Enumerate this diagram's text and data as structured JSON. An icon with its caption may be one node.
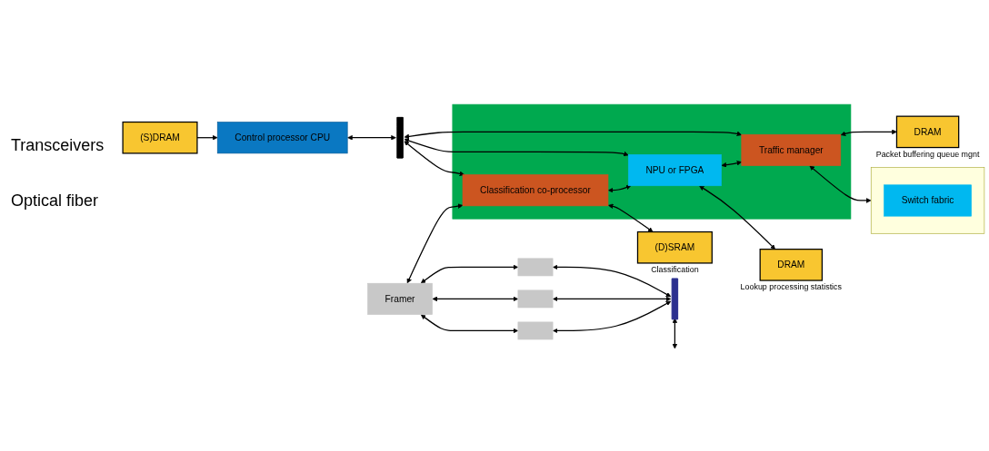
{
  "diagram": {
    "nodes": [
      {
        "text": [
          "Control processor CPU"
        ]
      },
      {
        "text": [
          "(S)DRAM"
        ]
      },
      {
        "text": [],
        "shape": "bar"
      },
      {
        "text": [],
        "shape": "box"
      },
      {
        "text": [
          "Classification co-processor"
        ],
        "in": 3
      },
      {
        "text": [
          "NPU or FPGA"
        ],
        "in": 3
      },
      {
        "text": [
          "Traffic manager"
        ],
        "in": 3
      },
      {
        "text": [],
        "shape": "box"
      },
      {
        "text": [
          "Switch fabric"
        ],
        "in": 7
      },
      {
        "text": [
          "Framer"
        ]
      },
      {
        "text": [],
        "shape": "box"
      },
      {
        "text": [],
        "shape": "box"
      },
      {
        "text": [],
        "shape": "box"
      },
      {
        "text": [],
        "shape": "bar"
      },
      {
        "text": [
          "(D)SRAM"
        ],
        "beside": [
          "Classification"
        ]
      },
      {
        "text": [
          "DRAM"
        ],
        "beside": [
          "Lookup processing statistics"
        ]
      },
      {
        "text": [
          "DRAM"
        ],
        "beside": [
          "Packet buffering queue mgnt"
        ]
      }
    ],
    "edges": [
      {
        "from": 1,
        "to": 0,
        "arrow": "to"
      },
      {
        "from": 0,
        "to": 2,
        "arrow": "both"
      },
      {
        "from": 2,
        "to": 4,
        "arrow": "both"
      },
      {
        "from": 2,
        "to": 5,
        "arrow": "both"
      },
      {
        "from": 2,
        "to": 6,
        "arrow": "both"
      },
      {
        "from": 9,
        "to": 4,
        "arrow": "both"
      },
      {
        "from": 4,
        "to": 5,
        "arrow": "both"
      },
      {
        "from": 5,
        "to": 6,
        "arrow": "both"
      },
      {
        "from": 6,
        "to": 7,
        "arrow": "both"
      },
      {
        "from": 9,
        "to": 10,
        "arrow": "both"
      },
      {
        "from": 9,
        "to": 11,
        "arrow": "both"
      },
      {
        "from": 9,
        "to": 12,
        "arrow": "both"
      },
      {
        "from": 10,
        "to": 13,
        "arrow": "both"
      },
      {
        "from": 11,
        "to": 13,
        "arrow": "both"
      },
      {
        "from": 12,
        "to": 13,
        "arrow": "both"
      },
      {
        "from": 13,
        "to": null,
        "arrow": "both"
      },
      {
        "from": 4,
        "to": 14,
        "arrow": "both"
      },
      {
        "from": 5,
        "to": 15,
        "arrow": "both"
      },
      {
        "from": 6,
        "to": 16,
        "arrow": "both"
      }
    ],
    "labels": [
      "Transceivers",
      "Optical fiber"
    ]
  }
}
